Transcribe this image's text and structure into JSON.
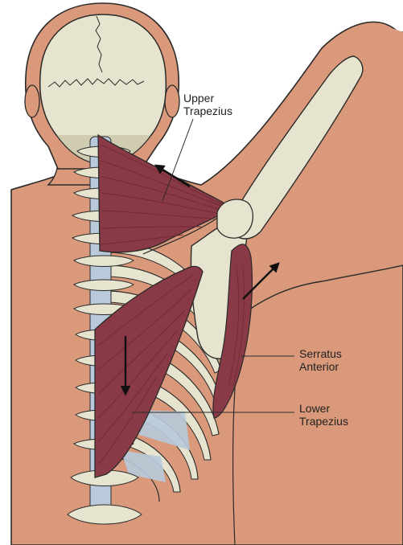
{
  "labels": {
    "upper_trapezius": [
      "Upper",
      "Trapezius"
    ],
    "serratus_anterior": [
      "Serratus",
      "Anterior"
    ],
    "lower_trapezius": [
      "Lower",
      "Trapezius"
    ]
  },
  "colors": {
    "skin": "#d9997a",
    "outline": "#2a2a2a",
    "bone": "#e6e4cf",
    "bone_shade": "#cfccb2",
    "muscle": "#8a3a46",
    "muscle_dark": "#6e2a35",
    "cartilage": "#b8cadb",
    "arrow": "#111111"
  }
}
